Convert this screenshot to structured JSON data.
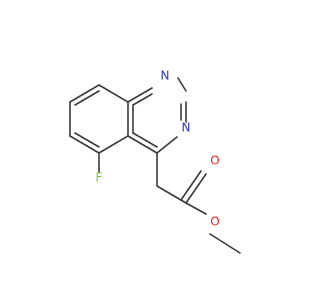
{
  "molecule": {
    "atoms": {
      "n1": {
        "label": "N",
        "color": "#2b35d8"
      },
      "n3": {
        "label": "N",
        "color": "#2b35d8"
      },
      "f": {
        "label": "F",
        "color": "#7fbf3f"
      },
      "o_carbonyl": {
        "label": "O",
        "color": "#e8241b"
      },
      "o_ester": {
        "label": "O",
        "color": "#e8241b"
      }
    },
    "bond_color": "#3a3a3a"
  }
}
